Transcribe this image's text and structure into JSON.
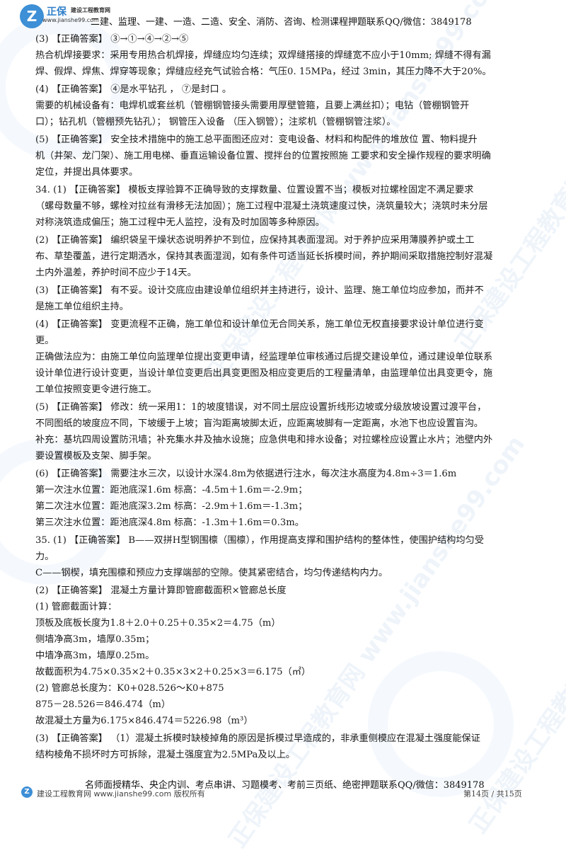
{
  "header": {
    "logo_brand": "正保",
    "logo_sub": "建设工程教育网",
    "logo_url": "www.jianshe99.com",
    "text": "二建、监理、一建、一造、二造、安全、消防、咨询、检测课程押题联系QQ/微信：3849178"
  },
  "watermark": "正保建设工程教育网 www.jianshe99.com",
  "accent_color": "#3d8fd6",
  "paragraphs": [
    {
      "lines": [
        " (3) 【正确答案】 ③→①→④→②→⑤",
        "热合机焊接要求：采用专用热合机焊接，焊缝应均匀连续；双焊缝搭接的焊缝宽不应小于10mm; 焊缝不得有漏",
        "焊、假焊、焊焦、焊穿等现象；焊缝应经充气试验合格：气压0. 15MPa，经过 3min，其压力降不大于20%。"
      ]
    },
    {
      "lines": [
        " (4) 【正确答案】 ④是水平钻孔 ， ⑦是封口 。",
        "需要的机械设备有：电焊机或套丝机（管棚钢管接头需要用厚壁管箍，且要上满丝扣）；电钻（管棚钢管开",
        "口）；钻孔机（管棚预先钻孔）； 钢管压入设备 （压入钢管）；注浆机（管棚钢管注浆）。"
      ]
    },
    {
      "lines": [
        " (5) 【正确答案】 安全技术措施中的施工总平面图还应对：变电设备、材料和构配件的堆放位 置、物料提升",
        "机（井架、龙门架）、施工用电梯、垂直运输设备位置、搅拌台的位置按照施 工要求和安全操作规程的要求明确",
        "定位，并提出具体要求。"
      ]
    },
    {
      "lines": [
        "34. (1) 【正确答案】 模板支撑验算不正确导致的支撑数量、位置设置不当；模板对拉螺栓固定不满足要求",
        "（螺母数量不够，螺栓对拉丝有滑移无法加固）；施工过程中混凝土浇筑速度过快，浇筑量较大；浇筑时未分层",
        "对称浇筑造成偏压；施工过程中无人监控，没有及时加固等多种原因。"
      ]
    },
    {
      "lines": [
        " (2) 【正确答案】 编织袋呈干燥状态说明养护不到位，应保持其表面湿润。对于养护应采用薄膜养护或土工",
        "布、草垫覆盖，进行定期洒水，保持其表面湿润，如有条件可适当延长拆模时间，养护期间采取措施控制好混凝",
        "土内外温差，养护时间不应少于14天。"
      ]
    },
    {
      "lines": [
        " (3) 【正确答案】 有不妥。设计交底应由建设单位组织并主持进行，设计、监理、施工单位均应参加，而并不",
        "是施工单位组织主持。"
      ]
    },
    {
      "lines": [
        " (4) 【正确答案】 变更流程不正确，施工单位和设计单位无合同关系，施工单位无权直接要求设计单位进行变",
        "更。",
        "正确做法应为：由施工单位向监理单位提出变更申请，经监理单位审核通过后提交建设单位，通过建设单位联系",
        "设计单位进行设计变更，当设计单位变更后出具变更图及相应变更后的工程量清单，由监理单位出具变更令，施",
        "工单位按照变更令进行施工。"
      ]
    },
    {
      "lines": [
        " (5) 【正确答案】 修改：统一采用1：1的坡度错误，对不同土层应设置折线形边坡或分级放坡设置过渡平台，",
        "不同图纸的坡度应不同，下坡缓于上坡；盲沟距离坡脚太近，应距离坡脚有一定距离，水池下也应设置盲沟。",
        "补充：基坑四周设置防汛墙；补充集水井及抽水设施；应急供电和排水设备；对拉螺栓应设置止水片；池壁内外",
        "要设置模板及支架、脚手架。"
      ]
    },
    {
      "lines": [
        " (6) 【正确答案】 需要注水三次，以设计水深4.8m为依据进行注水，每次注水高度为4.8m÷3＝1.6m",
        "第一次注水位置：距池底深1.6m 标高：-4.5m＋1.6m＝-2.9m；",
        "第二次注水位置：距池底深3.2m 标高：-2.9m＋1.6m＝-1.3m；",
        "第三次注水位置：距池底深4.8m 标高：-1.3m＋1.6m＝0.3m。"
      ]
    },
    {
      "lines": [
        "35. (1) 【正确答案】 B——双拼H型钢围檩（围檩），作用提高支撑和围护结构的整体性，使围护结构均匀受",
        "力。",
        "C——钢楔，填充围檩和预应力支撑端部的空隙。使其紧密结合，均匀传递结构内力。"
      ]
    },
    {
      "lines": [
        " (2) 【正确答案】 混凝土方量计算即管廊截面积×管廊总长度",
        " (1) 管廊截面计算：",
        "顶板及底板长度为1.8＋2.0＋0.25＋0.35×2＝4.75（m）",
        "侧墙净高3m，墙厚0.35m；",
        "中墙净高3m，墙厚0.25m。",
        "故截面积为4.75×0.35×2＋0.35×3×2＋0.25×3＝6.175（㎡）",
        " (2) 管廊总长度为：K0+028.526～K0+875",
        "875－28.526＝846.474（m）",
        "故混凝土方量为6.175×846.474＝5226.98（m³）"
      ]
    },
    {
      "lines": [
        " (3) 【正确答案】 （1）混凝土拆模时缺棱掉角的原因是拆模过早造成的，非承重侧模应在混凝土强度能保证",
        "结构棱角不损坏时方可拆除，混凝土强度宜为2.5MPa及以上。"
      ]
    }
  ],
  "footer": {
    "promo": "名师面授精华、央企内训、考点串讲、习题模考、考前三页纸、绝密押题联系QQ/微信：3849178",
    "copyright": "建设工程教育网 www.jianshe99.com 版权所有",
    "page": "第14页 / 共15页"
  }
}
